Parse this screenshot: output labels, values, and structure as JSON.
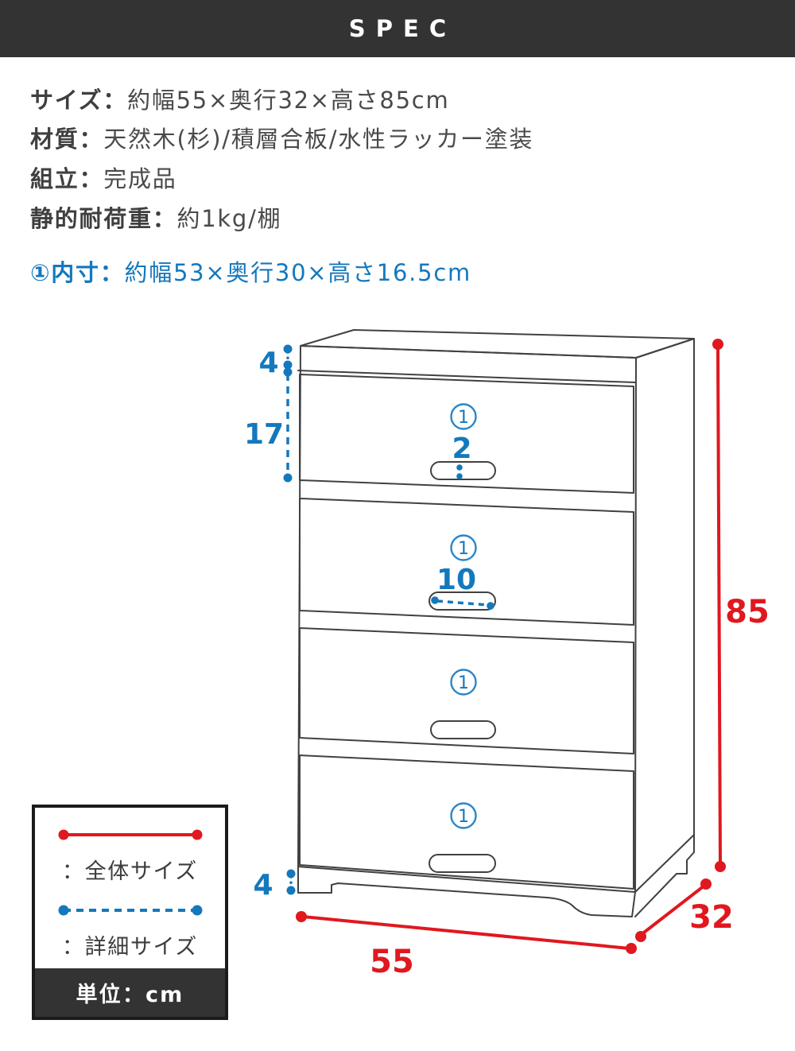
{
  "header": {
    "title": "SPEC"
  },
  "specs": [
    {
      "label": "サイズ：",
      "value": "約幅55×奥行32×高さ85cm"
    },
    {
      "label": "材質：",
      "value": "天然木(杉)/積層合板/水性ラッカー塗装"
    },
    {
      "label": "組立：",
      "value": "完成品"
    },
    {
      "label": "静的耐荷重：",
      "value": "約1kg/棚"
    }
  ],
  "inner_size": {
    "label": "①内寸：",
    "value": "約幅53×奥行30×高さ16.5cm"
  },
  "diagram": {
    "drawer_badge": "1",
    "dims": {
      "overall_height": "85",
      "overall_width": "55",
      "overall_depth": "32",
      "top_offset": "4",
      "drawer_inner_height": "17",
      "handle_height": "2",
      "handle_width": "10",
      "base_height": "4"
    },
    "colors": {
      "overall_size": "#e0181f",
      "detail_size": "#1478bd"
    }
  },
  "legend": {
    "overall_label": "：全体サイズ",
    "detail_label": "：詳細サイズ",
    "unit_label": "単位：cm"
  }
}
